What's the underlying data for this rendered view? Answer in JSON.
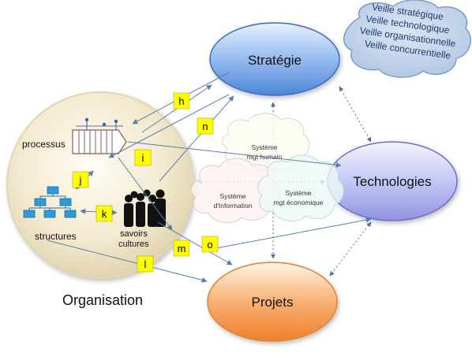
{
  "nodes": {
    "strategie": "Stratégie",
    "technologies": "Technologies",
    "projets": "Projets",
    "organisation": "Organisation"
  },
  "cloud": {
    "lines": [
      "Veille stratégique",
      "Veille technologique",
      "Veille organisationnelle",
      "Veille concurrentielle"
    ]
  },
  "org_parts": {
    "processus": "processus",
    "structures": "structures",
    "savoirs_line1": "savoirs",
    "savoirs_line2": "cultures"
  },
  "systems": {
    "humain_line1": "Système",
    "humain_line2": "mgt humain",
    "info_line1": "Système",
    "info_line2": "d'Information",
    "eco_line1": "Système",
    "eco_line2": "mgt économique"
  },
  "labels": {
    "h": "h",
    "i": "i",
    "j": "j",
    "k": "k",
    "l": "l",
    "m": "m",
    "n": "n",
    "o": "o"
  },
  "colors": {
    "label_yellow": "#ffff00",
    "blue_node": "#8fb4e8",
    "violet_node": "#b9bff0",
    "orange_node": "#f5a45c",
    "org_circle": "#f4ecd0",
    "cloud_blue": "#b9cde6",
    "arrow": "#5a7fa8"
  }
}
